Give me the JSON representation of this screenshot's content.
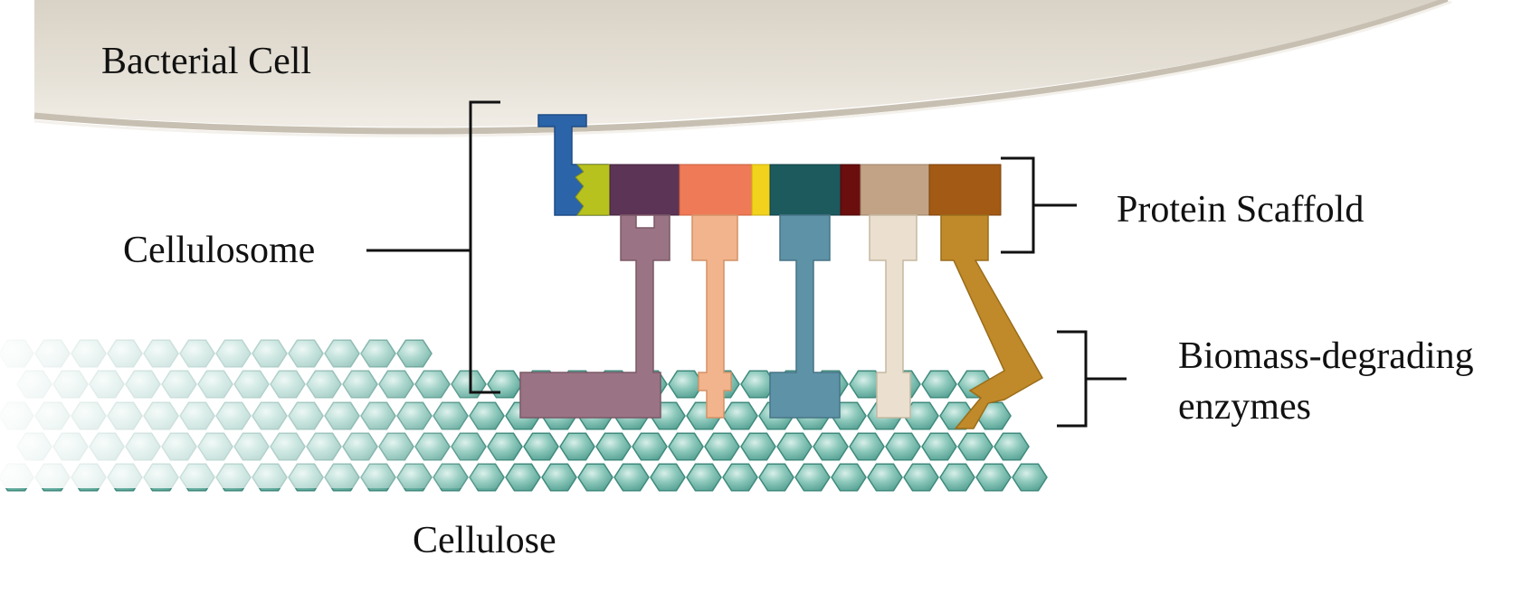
{
  "labels": {
    "bacterial_cell": "Bacterial Cell",
    "cellulosome": "Cellulosome",
    "protein_scaffold": "Protein Scaffold",
    "enzymes_line1": "Biomass-degrading",
    "enzymes_line2": "enzymes",
    "cellulose": "Cellulose"
  },
  "colors": {
    "cell_membrane": "#ddd6c9",
    "cellulose_hex": "#5aa89a",
    "anchor": "#2b64a8",
    "scaffold_modules": [
      "#b8c21e",
      "#5c3455",
      "#ef7a57",
      "#f2d21c",
      "#1c5a5e",
      "#6b0e0e",
      "#c2a386",
      "#a35a14"
    ],
    "enzymes": [
      "#9a7484",
      "#f2b48c",
      "#5e92a6",
      "#ebe0cf",
      "#c08a2a"
    ],
    "bracket": "#111111"
  }
}
